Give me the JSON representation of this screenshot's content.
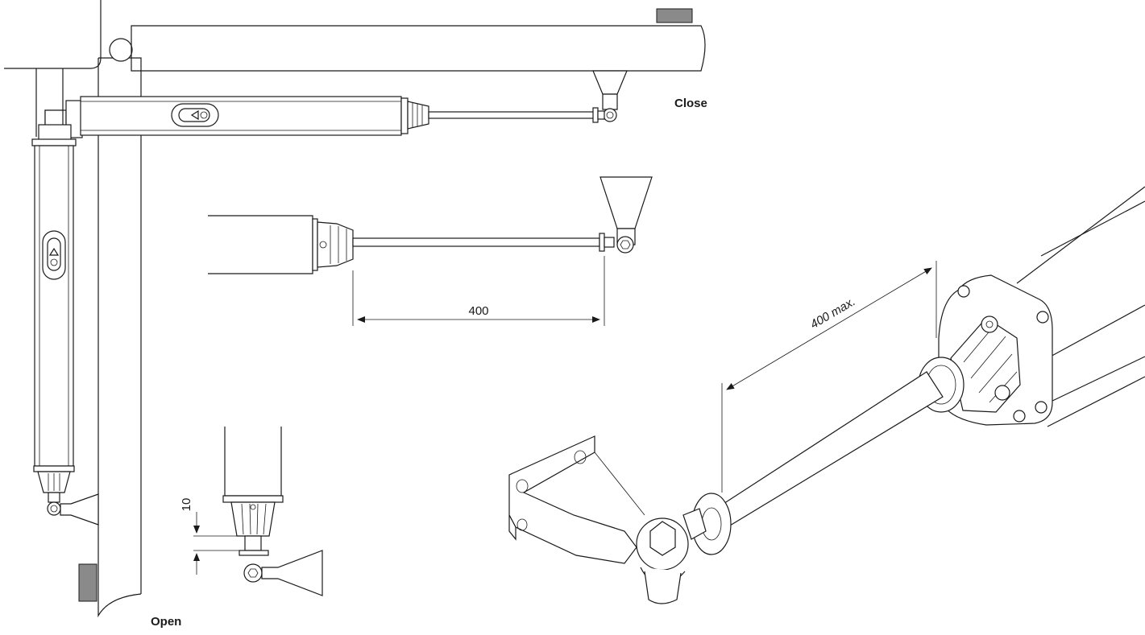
{
  "labels": {
    "close": "Close",
    "open": "Open",
    "stroke_dim": "400",
    "stroke_max": "400 max.",
    "gap_dim": "10"
  },
  "colors": {
    "line": "#1a1a1a",
    "marker_fill": "#8a8a8a",
    "background": "#ffffff"
  }
}
